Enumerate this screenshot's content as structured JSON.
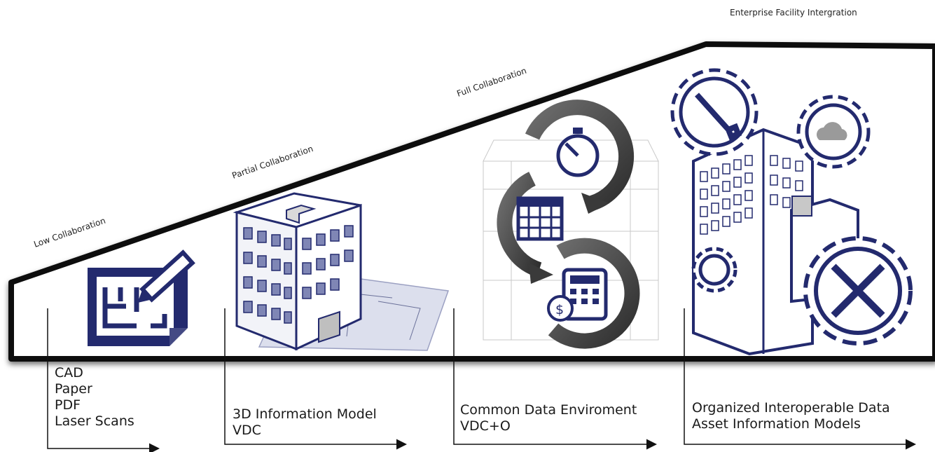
{
  "stages": [
    {
      "label": "Low Collaboration",
      "items": [
        "CAD",
        "Paper",
        "PDF",
        "Laser Scans"
      ],
      "icon": "plan-drawing-icon"
    },
    {
      "label": "Partial Collaboration",
      "items": [
        "3D Information Model",
        "VDC"
      ],
      "icon": "building-3d-model-icon"
    },
    {
      "label": "Full Collaboration",
      "items": [
        "Common Data Enviroment",
        "VDC+O"
      ],
      "icon": "data-cycle-icon"
    },
    {
      "label": "Enterprise Facility Intergration",
      "items": [
        "Organized Interoperable Data",
        "Asset Information Models"
      ],
      "icon": "enterprise-gears-icon"
    }
  ],
  "colors": {
    "icon_navy": "#232a6e",
    "frame": "#111111",
    "cycle_gray": "#4a4a4a"
  }
}
